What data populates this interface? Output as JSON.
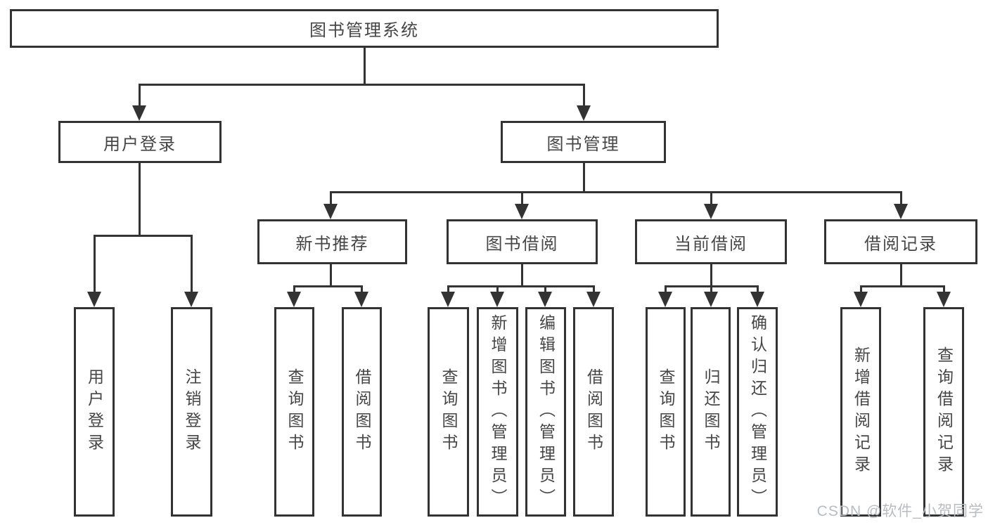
{
  "diagram": {
    "type": "tree",
    "root": "图书管理系统",
    "children": [
      {
        "label": "用户登录",
        "children": [
          "用户登录",
          "注销登录"
        ]
      },
      {
        "label": "图书管理",
        "children": [
          {
            "label": "新书推荐",
            "children": [
              "查询图书",
              "借阅图书"
            ]
          },
          {
            "label": "图书借阅",
            "children": [
              "查询图书",
              "新增图书（管理员）",
              "编辑图书（管理员）",
              "借阅图书"
            ]
          },
          {
            "label": "当前借阅",
            "children": [
              "查询图书",
              "归还图书",
              "确认归还（管理员）"
            ]
          },
          {
            "label": "借阅记录",
            "children": [
              "新增借阅记录",
              "查询借阅记录"
            ]
          }
        ]
      }
    ]
  },
  "watermark": {
    "text": "CSDN @软件_小贺同学"
  },
  "colors": {
    "line": "#333333",
    "box_background": "#ffffff",
    "text": "#464646",
    "watermark": "#b7bcc3"
  }
}
